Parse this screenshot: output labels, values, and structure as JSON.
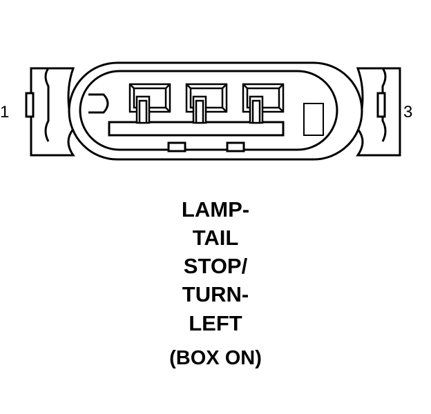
{
  "connector": {
    "pin_left": "1",
    "pin_right": "3",
    "pin_terminal_count": 3,
    "line_color": "#000000",
    "background_color": "#ffffff"
  },
  "caption": {
    "line1": "LAMP-",
    "line2": "TAIL",
    "line3": "STOP/",
    "line4": "TURN-",
    "line5": "LEFT",
    "line6": "(BOX ON)"
  }
}
